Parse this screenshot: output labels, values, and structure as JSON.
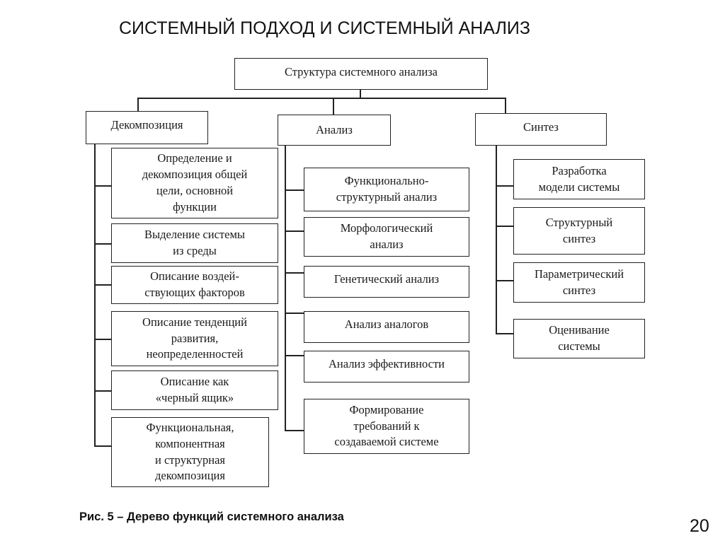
{
  "heading": "СИСТЕМНЫЙ ПОДХОД И СИСТЕМНЫЙ АНАЛИЗ",
  "root": "Структура системного анализа",
  "decomposition": {
    "title": "Декомпозиция",
    "items": [
      "Определение и\nдекомпозиция общей\nцели, основной\nфункции",
      "Выделение системы\nиз среды",
      "Описание воздей-\nствующих факторов",
      "Описание тенденций\nразвития,\nнеопределенностей",
      "Описание как\n«черный ящик»",
      "Функциональная,\nкомпонентная\nи структурная\nдекомпозиция"
    ]
  },
  "analysis": {
    "title": "Анализ",
    "items": [
      "Функционально-\nструктурный анализ",
      "Морфологический\nанализ",
      "Генетический анализ",
      "Анализ аналогов",
      "Анализ эффективности",
      "Формирование\nтребований к\nсоздаваемой системе"
    ]
  },
  "synthesis": {
    "title": "Синтез",
    "items": [
      "Разработка\nмодели системы",
      "Структурный\nсинтез",
      "Параметрический\nсинтез",
      "Оценивание\nсистемы"
    ]
  },
  "caption": "Рис. 5 – Дерево функций системного анализа",
  "page_number": "20"
}
